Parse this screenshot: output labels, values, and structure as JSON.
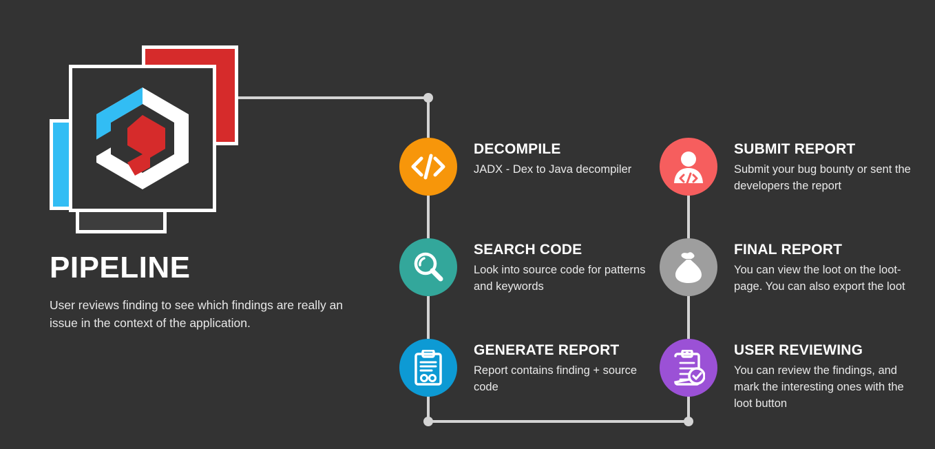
{
  "theme": {
    "background": "#333333",
    "connector_color": "#d4d4d4",
    "title_color": "#ffffff",
    "body_color": "#e9e9e9"
  },
  "logo": {
    "name": "layered-cards-hexagon-logo",
    "card_red_color": "#d62b2b",
    "card_blue_color": "#32bdf4",
    "card_main_color": "#333333",
    "emblem_outline_color": "#ffffff",
    "emblem_accent_color": "#32bdf4",
    "emblem_inner_color": "#d62b2b"
  },
  "headline": {
    "title": "PIPELINE",
    "description": "User reviews finding to see which findings are really an issue in the context of the application."
  },
  "steps": [
    {
      "id": "decompile",
      "title": "DECOMPILE",
      "description": "JADX - Dex to Java decompiler",
      "color": "#f7960a",
      "icon": "code-brackets-icon",
      "column": "left",
      "row": 1
    },
    {
      "id": "search-code",
      "title": "SEARCH CODE",
      "description": "Look into source code for patterns and keywords",
      "color": "#33a79b",
      "icon": "magnifier-icon",
      "column": "left",
      "row": 2
    },
    {
      "id": "generate-report",
      "title": "GENERATE REPORT",
      "description": "Report contains finding + source code",
      "color": "#0d9ad4",
      "icon": "clipboard-report-icon",
      "column": "left",
      "row": 3
    },
    {
      "id": "submit-report",
      "title": "SUBMIT REPORT",
      "description": "Submit your bug bounty or sent the developers the report",
      "color": "#f65e5e",
      "icon": "developer-person-icon",
      "column": "right",
      "row": 1
    },
    {
      "id": "final-report",
      "title": "FINAL REPORT",
      "description": "You can view the loot on the loot-page. You can also export the loot",
      "color": "#9e9e9e",
      "icon": "loot-bag-icon",
      "column": "right",
      "row": 2
    },
    {
      "id": "user-reviewing",
      "title": "USER REVIEWING",
      "description": "You can review the findings, and mark the interesting ones with the loot button",
      "color": "#9b51d6",
      "icon": "clipboard-check-icon",
      "column": "right",
      "row": 3
    }
  ]
}
